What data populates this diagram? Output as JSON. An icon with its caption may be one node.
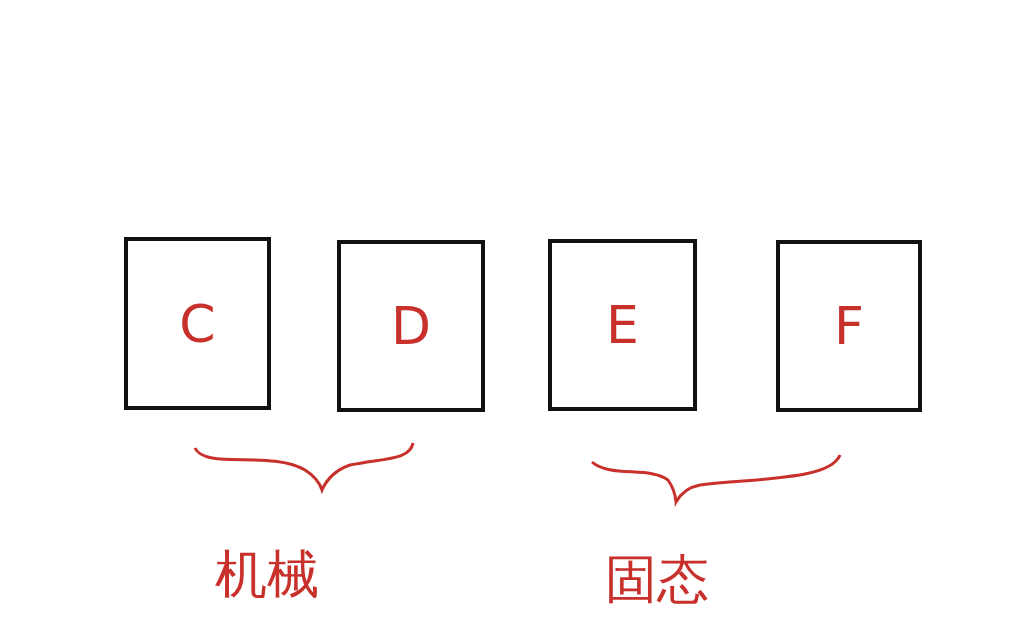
{
  "diagram": {
    "nodes": [
      {
        "text": [
          "C"
        ]
      },
      {
        "text": [
          "D"
        ]
      },
      {
        "text": [
          "E"
        ]
      },
      {
        "text": [
          "F"
        ]
      }
    ],
    "labels": [
      "机械",
      "固态"
    ]
  }
}
